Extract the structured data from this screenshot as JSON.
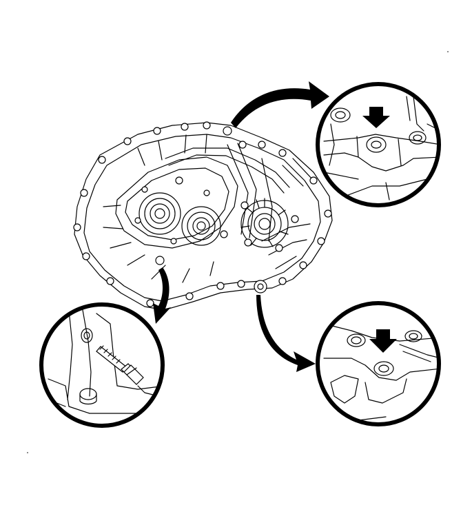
{
  "diagram": {
    "main_component": "transaxle-case",
    "callouts": [
      {
        "id": "detail-top-right",
        "icon": "down-arrow-icon"
      },
      {
        "id": "detail-bottom-right",
        "icon": "down-arrow-icon"
      },
      {
        "id": "detail-left",
        "icon": "bolt-icon"
      }
    ],
    "colors": {
      "line": "#000000",
      "background": "#ffffff"
    }
  }
}
